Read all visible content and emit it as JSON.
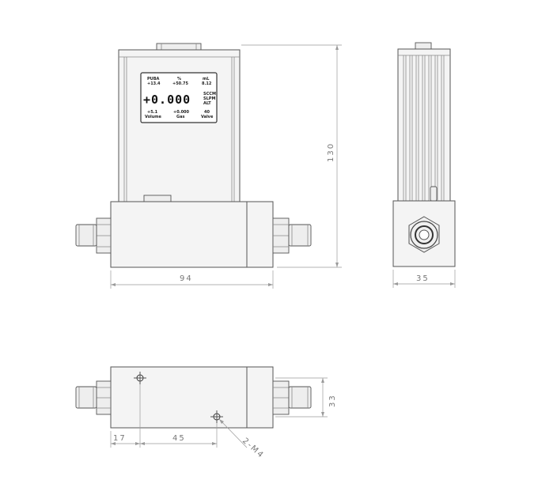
{
  "display": {
    "top_left_label": "PUBA",
    "top_left_value": "+13.4",
    "top_mid_label": "%",
    "top_mid_value": "+50.75",
    "top_right_label": "mL",
    "top_right_value": "8.12",
    "main_value": "+0.000",
    "side_labels": [
      "SCCM",
      "SLPM",
      "ALT"
    ],
    "bottom_left_value": "+5.1",
    "bottom_left_label": "Volume",
    "bottom_mid_value": "+0.000",
    "bottom_mid_label": "Gas",
    "bottom_right_value": "40",
    "bottom_right_label": "Valve"
  },
  "dimensions": {
    "front_width": "94",
    "height": "130",
    "side_width": "35",
    "bottom_depth": "33",
    "hole_offset": "17",
    "hole_spacing": "45",
    "thread_callout": "2-M4"
  }
}
